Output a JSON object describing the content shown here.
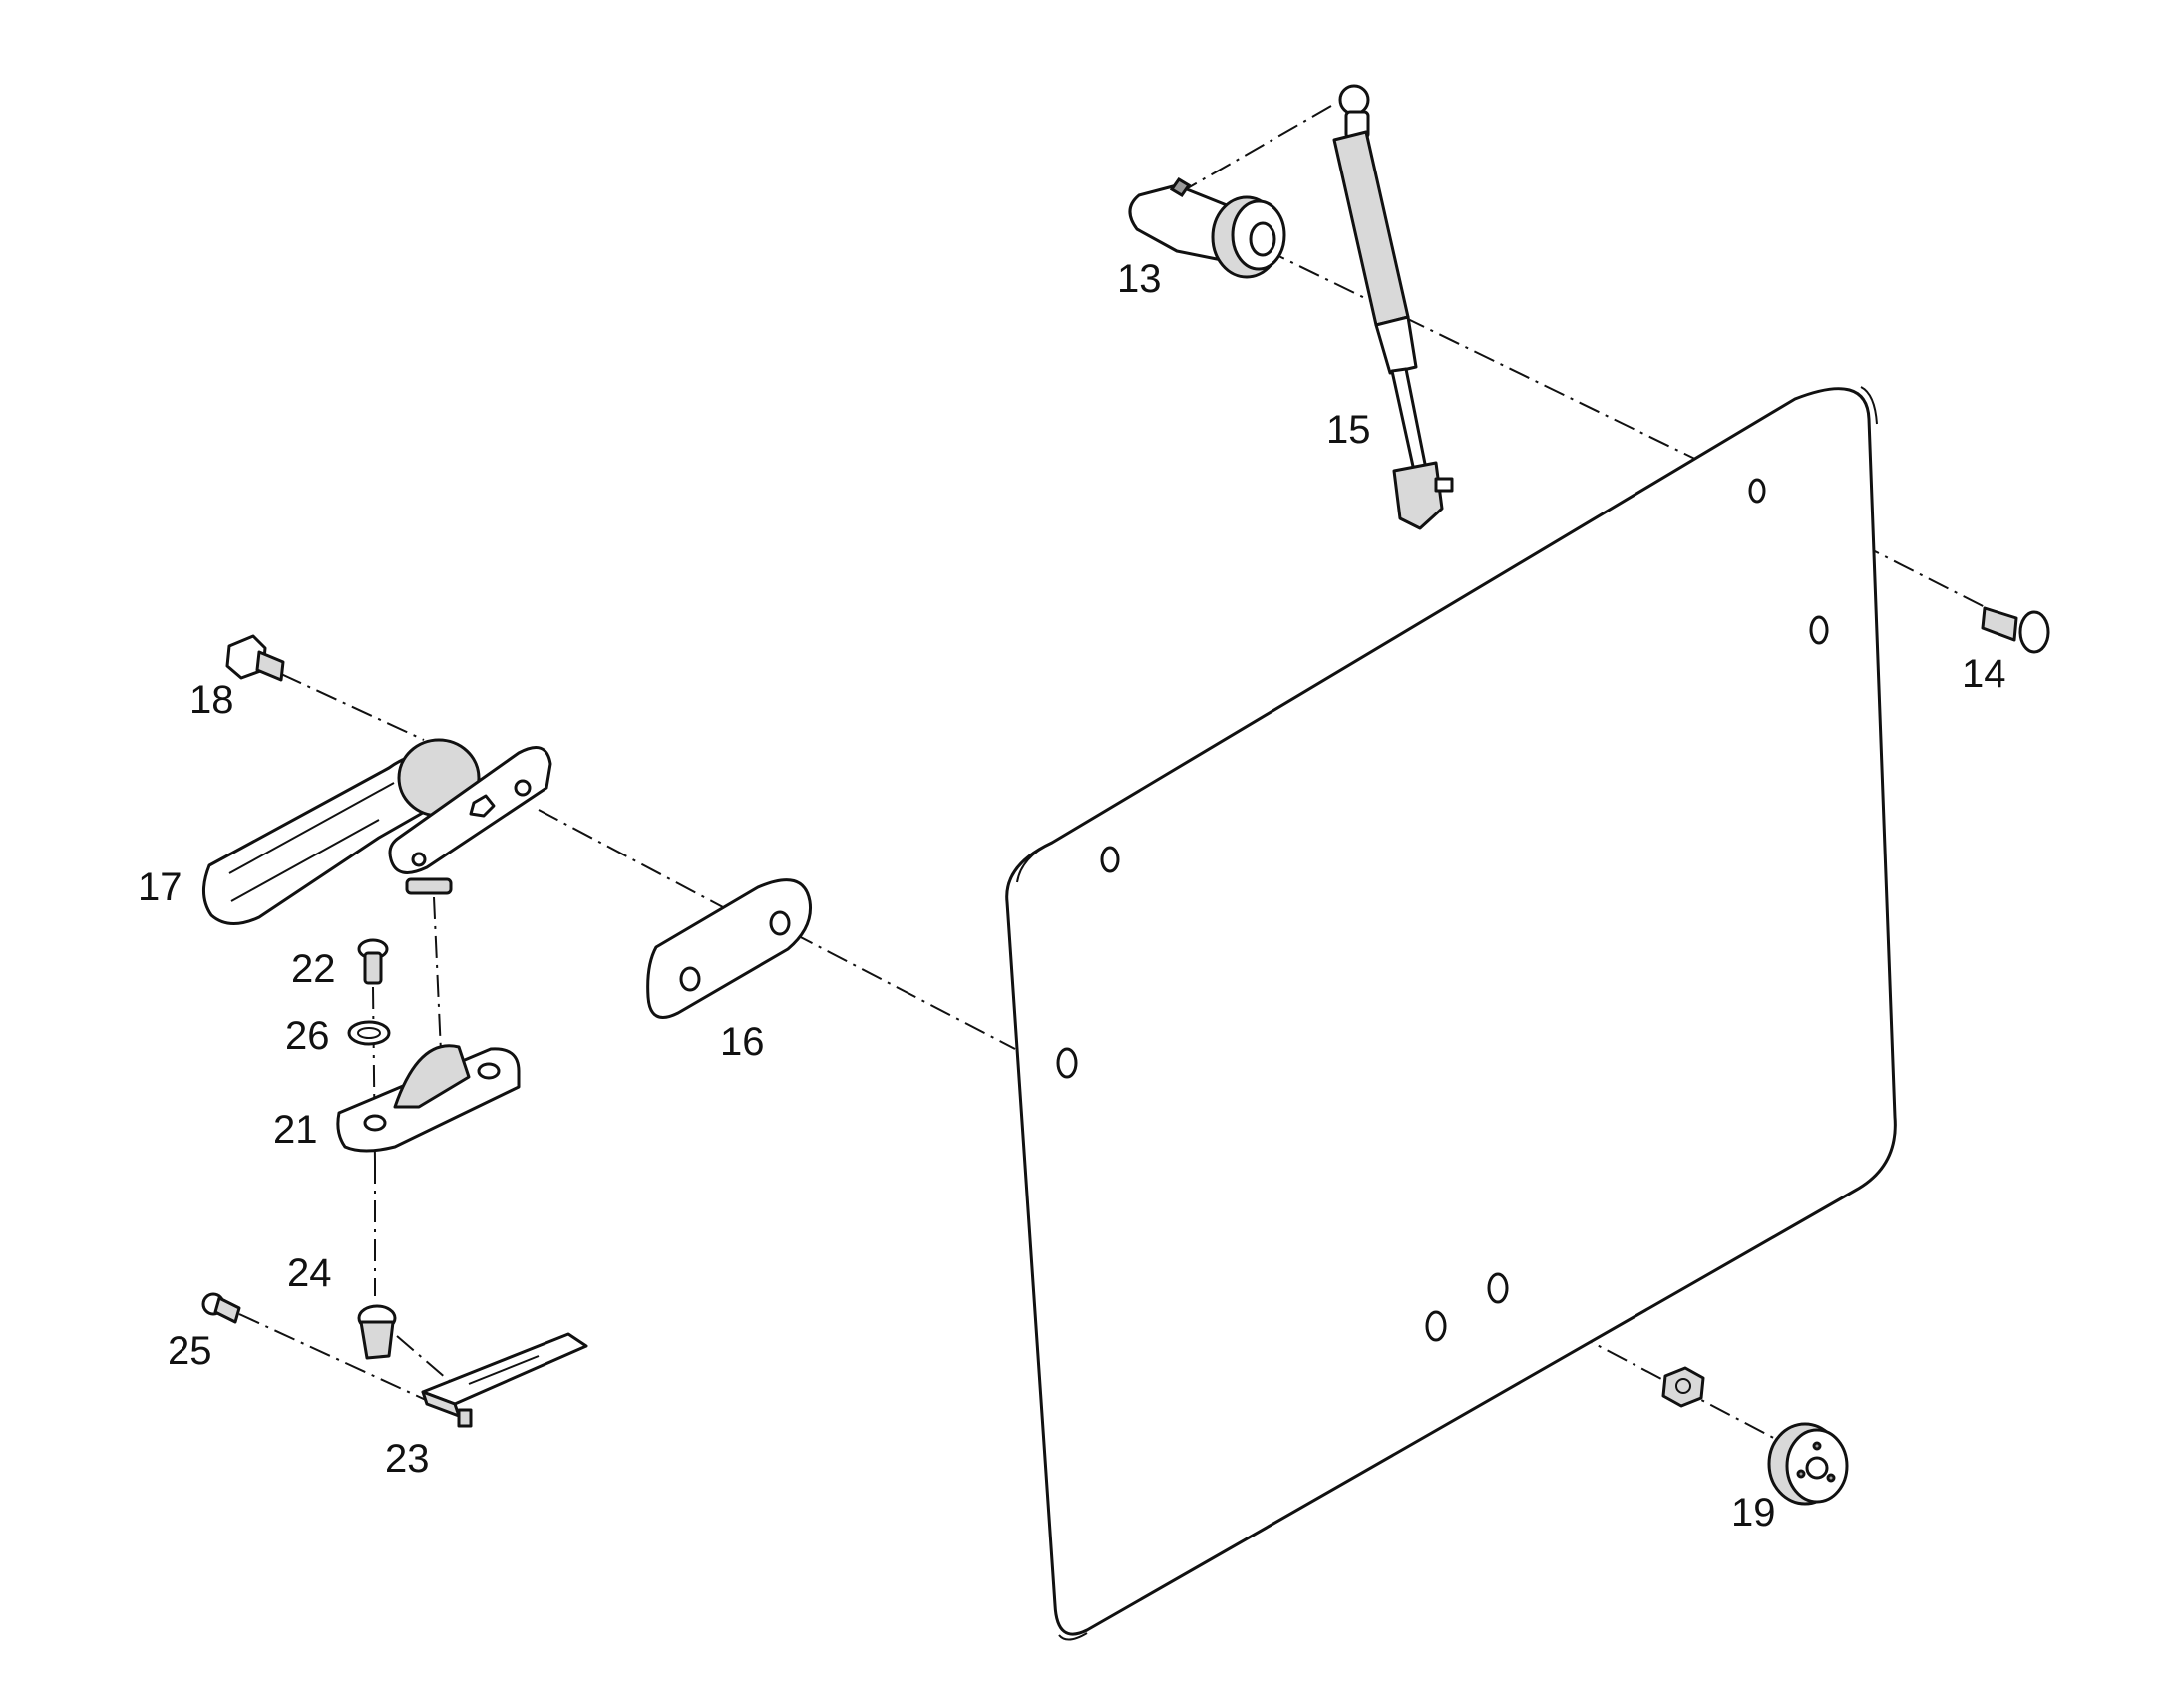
{
  "callouts": {
    "c13": "13",
    "c14": "14",
    "c15": "15",
    "c16": "16",
    "c17": "17",
    "c18": "18",
    "c19": "19",
    "c21": "21",
    "c22": "22",
    "c23": "23",
    "c24": "24",
    "c25": "25",
    "c26": "26"
  }
}
